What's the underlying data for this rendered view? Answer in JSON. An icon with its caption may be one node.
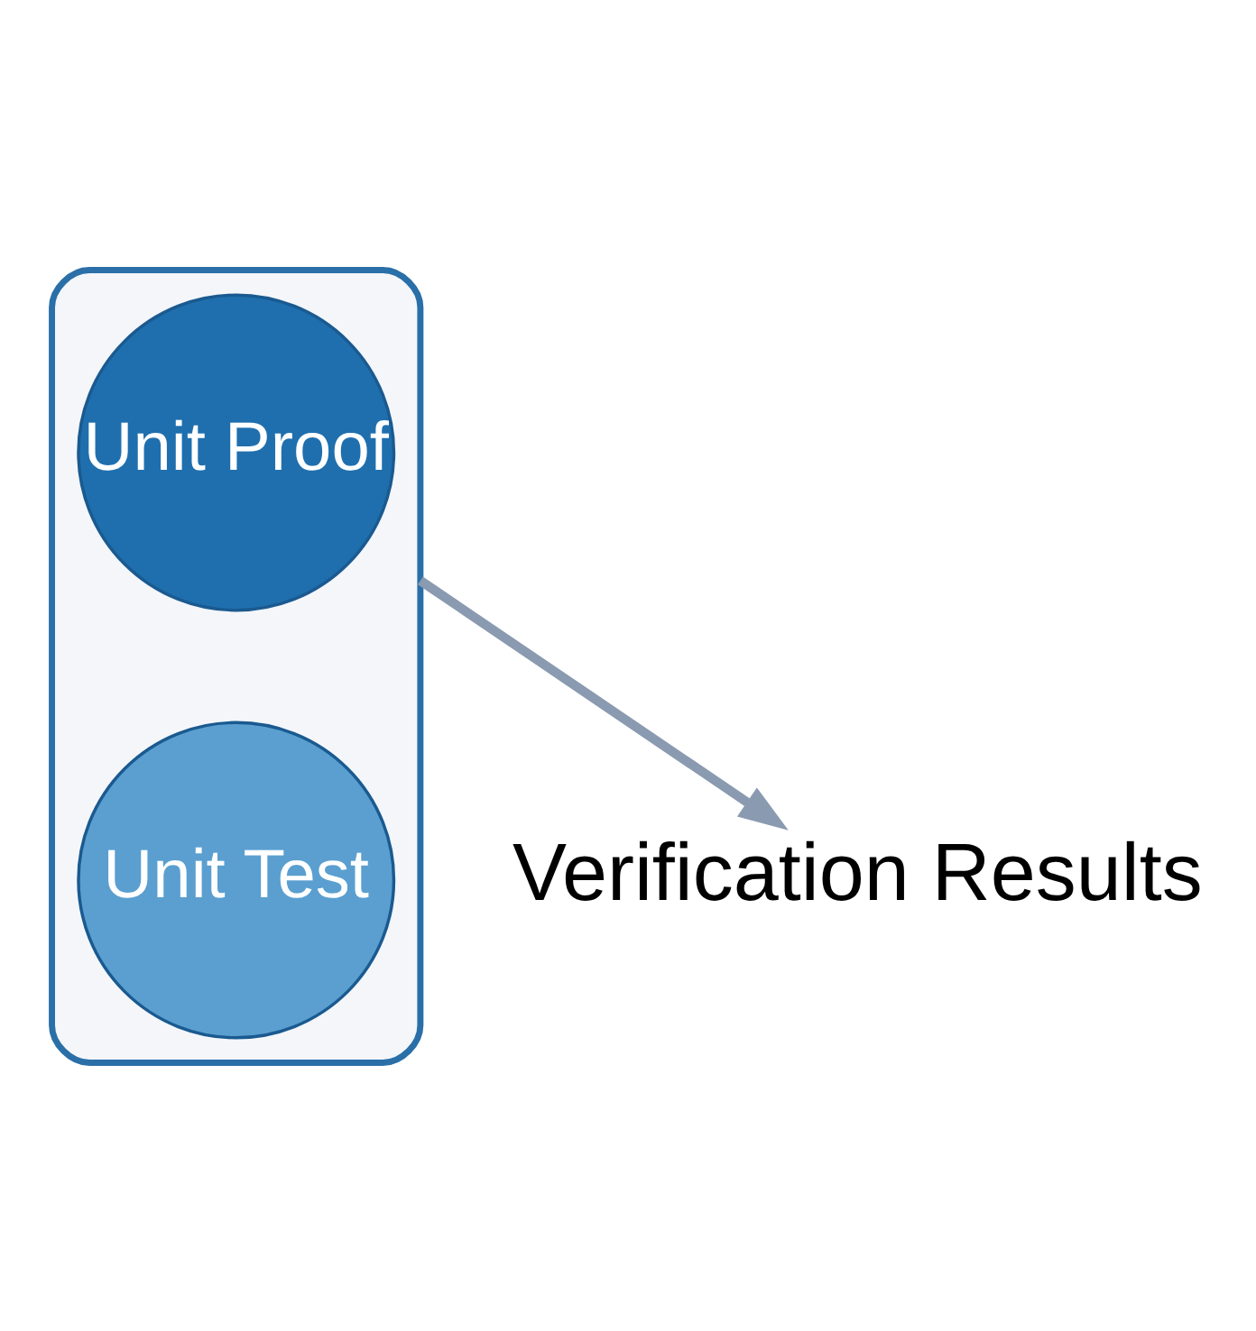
{
  "diagram": {
    "nodes": [
      {
        "text": [],
        "shape": "funnel"
      },
      {
        "text": [
          "Unit Proof"
        ],
        "in": 0
      },
      {
        "text": [
          "Unit Test"
        ],
        "in": 0
      },
      {
        "text": [
          "Verification Results"
        ]
      }
    ],
    "edges": [
      {
        "from": 0,
        "to": 3,
        "arrow": "to"
      }
    ]
  }
}
